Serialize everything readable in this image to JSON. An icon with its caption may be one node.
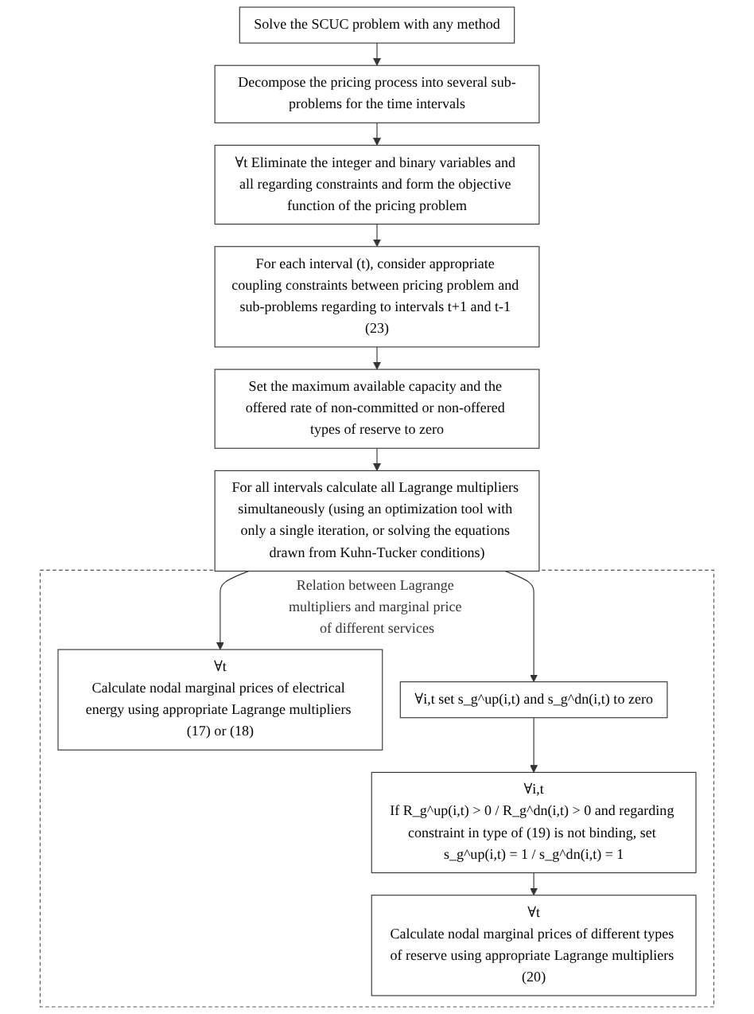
{
  "diagram": {
    "nodes": [
      {
        "text": [
          "Solve the SCUC problem with any method"
        ]
      },
      {
        "text": [
          "Decompose the pricing process into several sub-problems for the time intervals"
        ]
      },
      {
        "text": [
          "∀t Eliminate the integer and binary variables and all regarding constraints and form the objective function of the pricing problem"
        ]
      },
      {
        "text": [
          "For each interval (t), consider appropriate coupling constraints between pricing problem and sub-problems regarding to intervals t+1 and t-1 (23)"
        ]
      },
      {
        "text": [
          "Set the maximum available capacity and the offered rate of non-committed or non-offered types of reserve to zero"
        ]
      },
      {
        "text": [
          "For all intervals calculate all Lagrange multipliers simultaneously (using an optimization tool with only a single iteration, or solving the equations drawn from Kuhn-Tucker conditions)"
        ]
      },
      {
        "text": [
          "Relation between Lagrange multipliers and marginal price of different services"
        ]
      },
      {
        "text": [
          "∀t",
          "Calculate nodal marginal prices of electrical energy using appropriate Lagrange multipliers (17) or (18)"
        ],
        "in": 6
      },
      {
        "text": [
          "∀i,t set s_g^up(i,t) and s_g^dn(i,t) to zero"
        ],
        "in": 6
      },
      {
        "text": [
          "∀i,t",
          "If R_g^up(i,t) > 0 / R_g^dn(i,t) > 0 and regarding constraint in type of (19) is not binding, set s_g^up(i,t) = 1 / s_g^dn(i,t) = 1"
        ],
        "in": 6
      },
      {
        "text": [
          "∀t",
          "Calculate nodal marginal prices of different types of reserve using appropriate Lagrange multipliers (20)"
        ],
        "in": 6
      }
    ],
    "edges": [
      {
        "from": 0,
        "to": 1,
        "arrow": "to"
      },
      {
        "from": 1,
        "to": 2,
        "arrow": "to"
      },
      {
        "from": 2,
        "to": 3,
        "arrow": "to"
      },
      {
        "from": 3,
        "to": 4,
        "arrow": "to"
      },
      {
        "from": 4,
        "to": 5,
        "arrow": "to"
      },
      {
        "from": 5,
        "to": 7,
        "arrow": "to"
      },
      {
        "from": 5,
        "to": 8,
        "arrow": "to"
      },
      {
        "from": 8,
        "to": 9,
        "arrow": "to"
      },
      {
        "from": 9,
        "to": 10,
        "arrow": "to"
      }
    ]
  }
}
